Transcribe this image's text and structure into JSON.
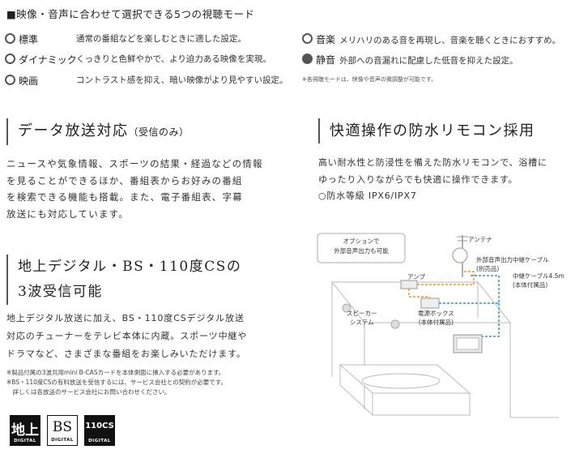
{
  "modes": {
    "title": "■映像・音声に合わせて選択できる5つの視聴モード",
    "items": [
      {
        "name": "標準",
        "desc": "通常の番組などを楽しむときに適した設定。"
      },
      {
        "name": "ダイナミック",
        "desc": "くっきりと色鮮やかで、より迫力ある映像を実現。"
      },
      {
        "name": "映画",
        "desc": "コントラスト感を抑え、暗い映像がより見やすい設定。"
      },
      {
        "name": "音楽",
        "desc": "メリハリのある音を再現し、音楽を聴くときにおすすめ。"
      },
      {
        "name": "静音",
        "desc": "外部への音漏れに配慮した低音を抑えた設定。"
      }
    ],
    "note": "※各視聴モードは、映像や音声の微調整が可能です。"
  },
  "data_broadcast": {
    "heading": "データ放送対応",
    "heading_small": "（受信のみ）",
    "lines": [
      "ニュースや気象情報、スポーツの結果・経過などの情報",
      "を見ることができるほか、番組表からお好みの番組",
      "を検索できる機能も搭載。また、電子番組表、字幕",
      "放送にも対応しています。"
    ]
  },
  "remote": {
    "heading": "快適操作の防水リモコン採用",
    "lines": [
      "高い耐水性と防浸性を備えた防水リモコンで、浴槽に",
      "ゆったり入りながらでも快適に操作できます。"
    ],
    "rating": "○防水等級 IPX6/IPX7"
  },
  "tuner": {
    "heading_line1": "地上デジタル・BS・110度CSの",
    "heading_line2": "3波受信可能",
    "lines": [
      "地上デジタル放送に加え、BS・110度CSデジタル放送",
      "対応のチューナーをテレビ本体に内蔵。スポーツ中継や",
      "ドラマなど、さまざまな番組をお楽しみいただけます。"
    ],
    "notes": [
      "※製品付属の3波共用mini B-CASカードを本体側面に挿入する必要があります。",
      "※BS・110度CSの有料放送を受信するには、サービス会社との契約が必要です。",
      "　詳しくは各放送のサービス会社にお問い合わせください。"
    ]
  },
  "logos": [
    {
      "big": "地上",
      "sub": "DIGITAL"
    },
    {
      "big": "BS",
      "sub": "DIGITAL"
    },
    {
      "big": "110CS",
      "sub": "DIGITAL"
    }
  ],
  "diagram": {
    "option_label": "オプションで\n外部音声出力も可能",
    "antenna": "アンテナ",
    "amp": "アンプ",
    "ext_cable": "外部音声出力中継ケーブル\n(別売品)",
    "relay_cable": "中継ケーブル4.5m\n(本体付属品)",
    "speaker": "スピーカー\nシステム",
    "power_box": "電源ボックス\n(本体付属品)",
    "colors": {
      "orange": "#e8952a",
      "blue": "#3f8fd0"
    }
  }
}
